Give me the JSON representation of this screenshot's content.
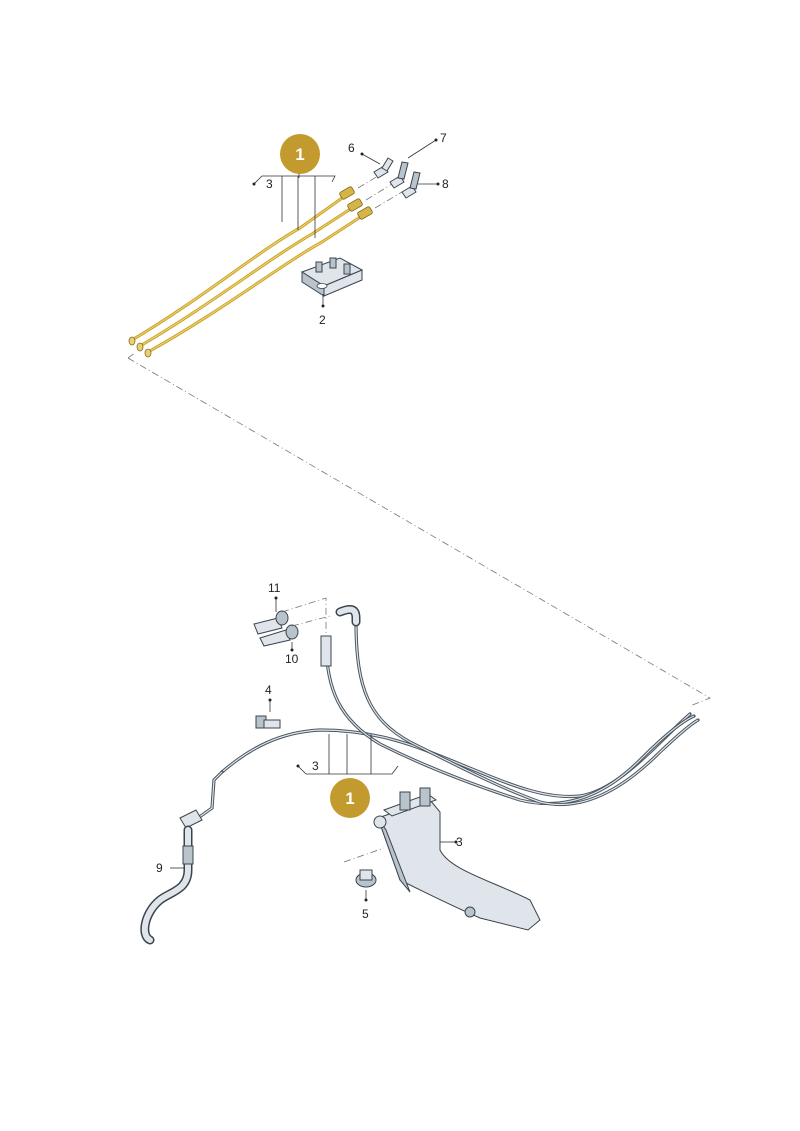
{
  "diagram": {
    "badges": [
      {
        "id": "top",
        "label": "1"
      },
      {
        "id": "bottom",
        "label": "1"
      }
    ],
    "callouts": {
      "c2": "2",
      "c3_top": "3",
      "c3_bottom": "3",
      "c3_right": "3",
      "c4": "4",
      "c5": "5",
      "c6": "6",
      "c7": "7",
      "c8": "8",
      "c9": "9",
      "c10": "10",
      "c11": "11"
    },
    "colors": {
      "highlight_pipes": "#c9a227",
      "badge": "#c29a2e",
      "parts": "#dfe5ea",
      "outline": "#3b444c"
    }
  }
}
